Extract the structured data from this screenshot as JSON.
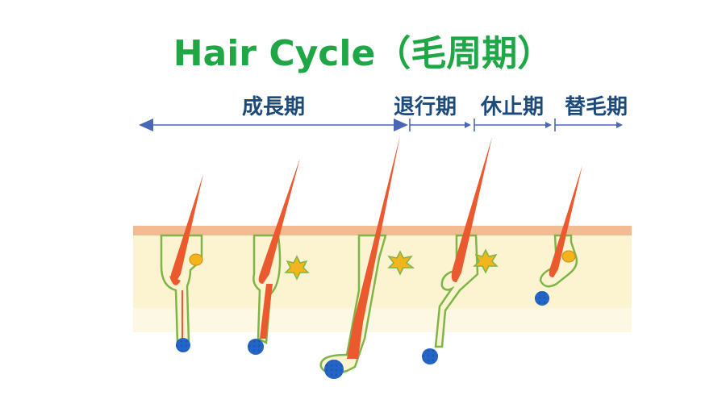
{
  "title": "Hair Cycle（毛周期）",
  "phases": {
    "anagen": "成長期",
    "catagen": "退行期",
    "telogen": "休止期",
    "exogen": "替毛期"
  },
  "colors": {
    "title": "#1fa645",
    "phase_text": "#1c4a7a",
    "arrow": "#4a67b5",
    "skin_top": "#f0b48a",
    "skin": "#fbf1c8",
    "follicle": "#7fb548",
    "hair": "#ea5a2e",
    "papilla": "#2466c6",
    "gland": "#f3b51c"
  }
}
